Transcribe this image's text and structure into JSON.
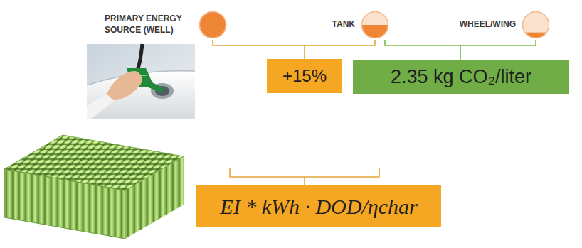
{
  "diagram": {
    "nodes": [
      {
        "text": [
          "PRIMARY ENERGY SOURCE (WELL)"
        ]
      },
      {
        "text": [
          "TANK"
        ]
      },
      {
        "text": [
          "WHEEL/WING"
        ]
      },
      {
        "text": [
          "+15%"
        ]
      },
      {
        "text": [
          "2.35 kg CO₂/liter"
        ]
      },
      {
        "text": [
          "EI * kWh · DOD/ηchar"
        ]
      }
    ]
  }
}
